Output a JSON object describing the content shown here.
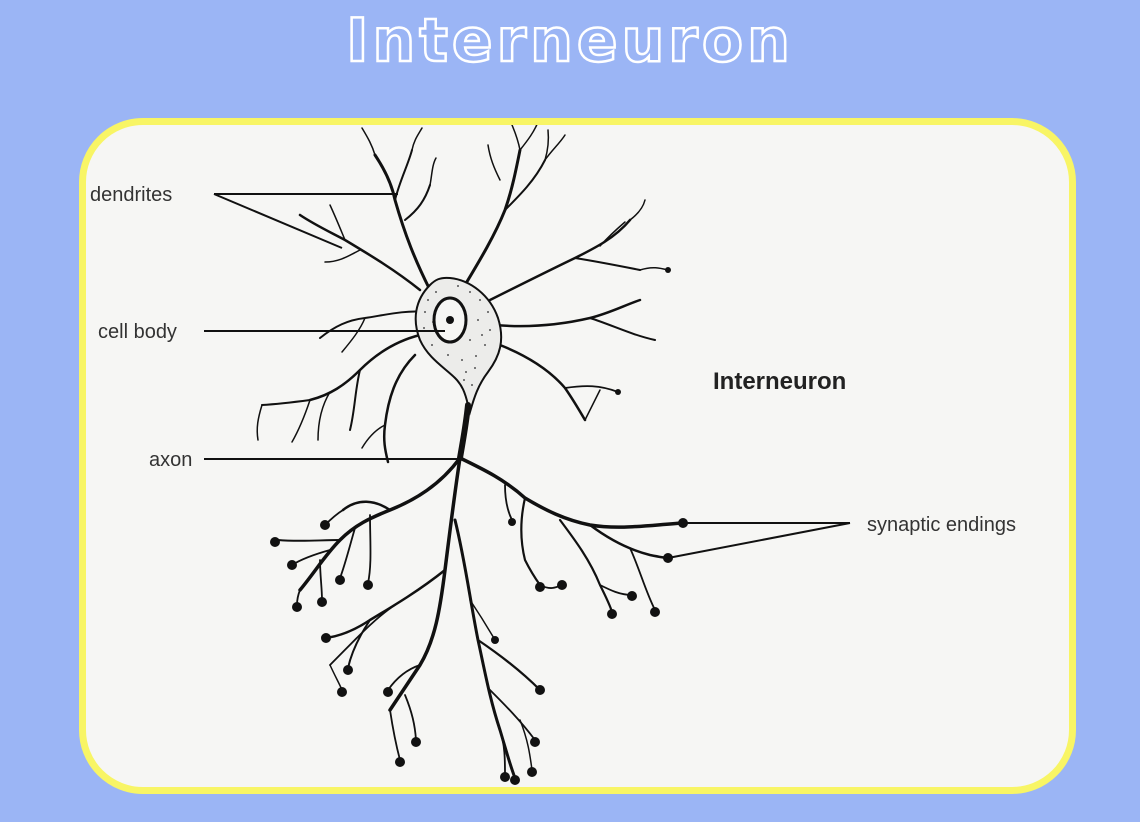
{
  "title": "Interneuron",
  "figure": {
    "heading": "Interneuron",
    "labels": {
      "dendrites": "dendrites",
      "cell_body": "cell body",
      "axon": "axon",
      "synaptic_endings": "synaptic endings"
    }
  },
  "colors": {
    "background": "#9bb5f5",
    "frame_border": "#f8f565",
    "frame_fill": "#f6f6f4",
    "ink": "#111111"
  }
}
